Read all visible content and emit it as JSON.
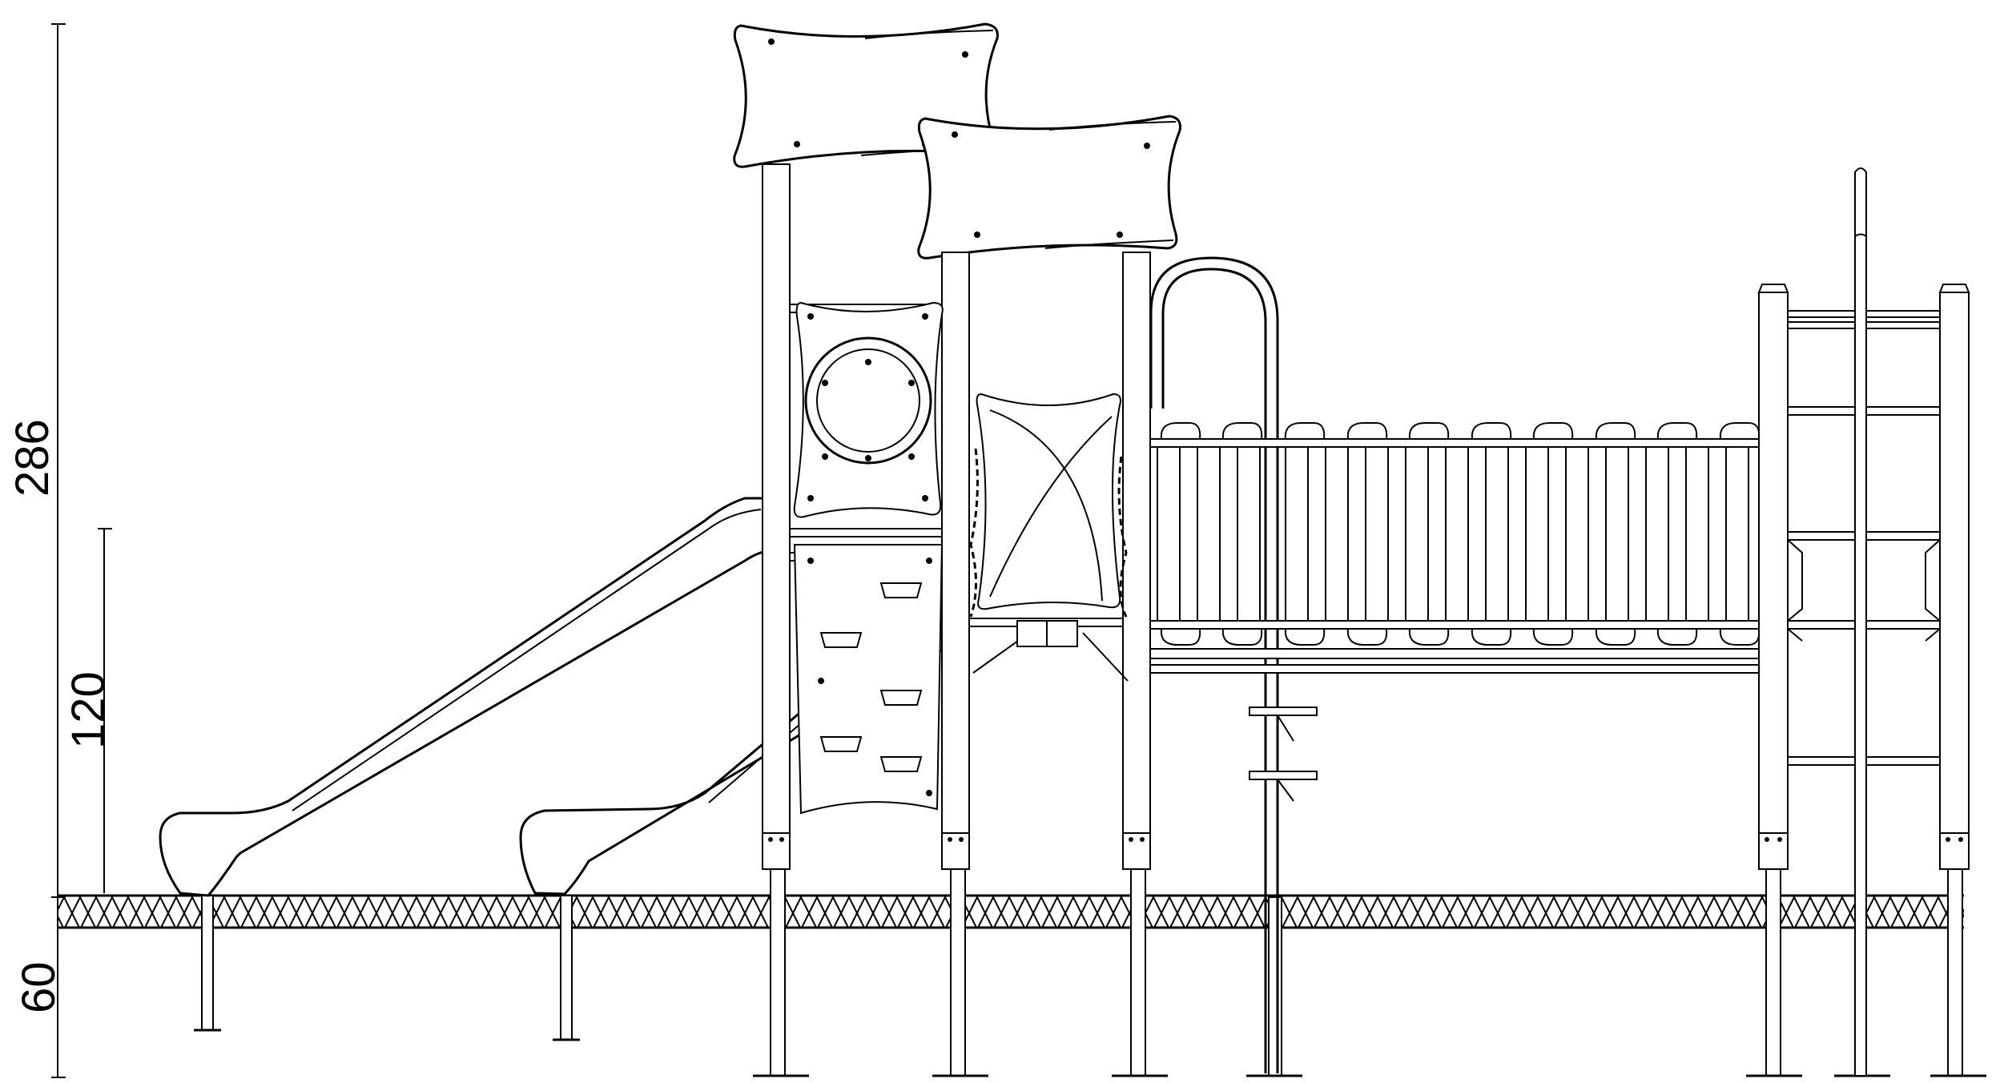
{
  "drawing": {
    "dimensions": [
      {
        "id": "total-height",
        "label": "286"
      },
      {
        "id": "platform-height",
        "label": "120"
      },
      {
        "id": "foundation-depth",
        "label": "60"
      }
    ],
    "colors": {
      "line": "#000000",
      "background": "#ffffff"
    }
  }
}
